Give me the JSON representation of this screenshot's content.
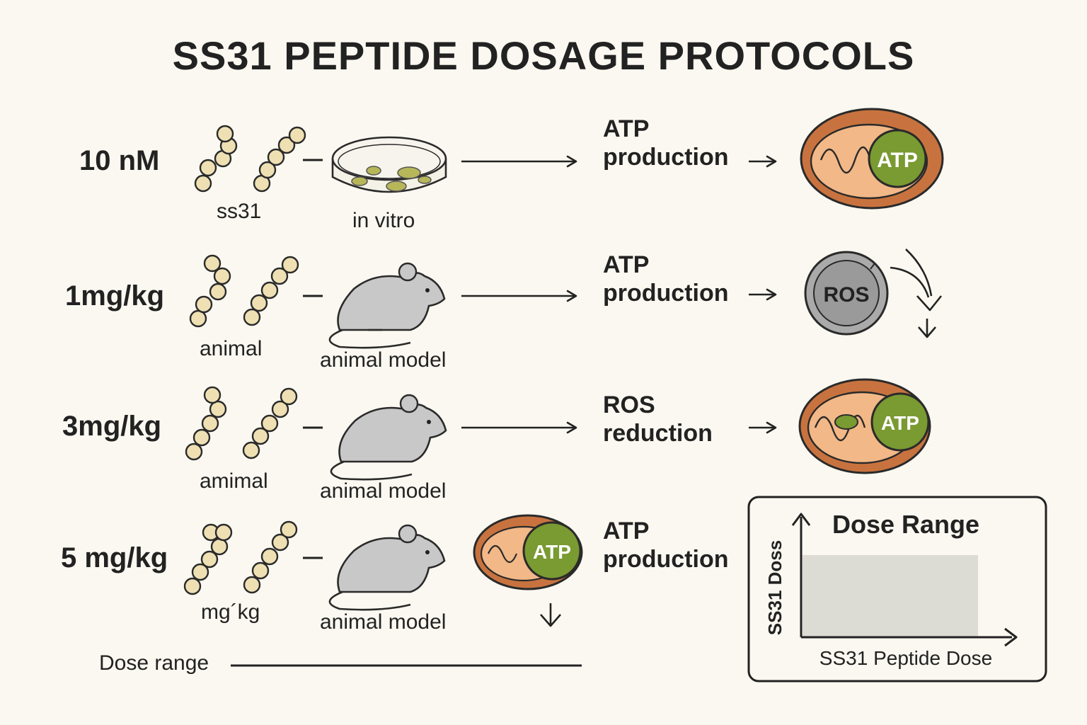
{
  "title": "SS31 PEPTIDE DOSAGE PROTOCOLS",
  "rows": [
    {
      "dose": "10 nM",
      "peptide_label": "ss31",
      "model_label": "in vitro",
      "outcome_line1": "ATP",
      "outcome_line2": "production",
      "result_icon": "mitochondrion-atp-icon",
      "result_text": "ATP"
    },
    {
      "dose": "1mg/kg",
      "peptide_label": "animal",
      "model_label": "animal model",
      "outcome_line1": "ATP",
      "outcome_line2": "production",
      "result_icon": "ros-circle-icon",
      "result_text": "ROS"
    },
    {
      "dose": "3mg/kg",
      "peptide_label": "amimal",
      "model_label": "animal model",
      "outcome_line1": "ROS",
      "outcome_line2": "reduction",
      "result_icon": "mitochondrion-atp-icon",
      "result_text": "ATP"
    },
    {
      "dose": "5 mg/kg",
      "peptide_label": "mg´kg",
      "model_label": "animal model",
      "outcome_line1": "ATP",
      "outcome_line2": "production",
      "result_icon": "mitochondrion-atp-icon",
      "result_text": "ATP"
    }
  ],
  "dose_range_label": "Dose range",
  "chart": {
    "title": "Dose Range",
    "xlabel": "SS31 Peptide Dose",
    "ylabel": "SS31 Doss"
  },
  "colors": {
    "background": "#faf8f0",
    "bead": "#efe0b4",
    "mito_outer": "#c8733f",
    "mito_inner": "#f2b887",
    "atp_green": "#7a9a32",
    "mouse": "#c8c8c8",
    "ros_gray": "#9a9a9a"
  }
}
